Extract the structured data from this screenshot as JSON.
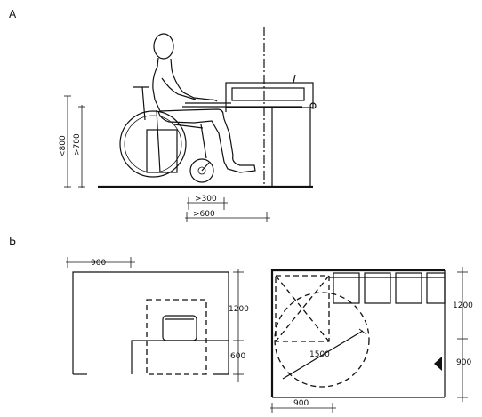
{
  "sections": {
    "a": "А",
    "b": "Б"
  },
  "side_view": {
    "dims": {
      "height_max": "<800",
      "height_min": ">700",
      "knee_depth": ">300",
      "total_depth": ">600"
    }
  },
  "plan_left": {
    "dims": {
      "width_top": "900",
      "depth_upper": "1200",
      "depth_lower": "600"
    }
  },
  "plan_right": {
    "dims": {
      "diameter": "1500",
      "depth_upper": "1200",
      "depth_lower": "900",
      "width_bottom": "900"
    }
  }
}
